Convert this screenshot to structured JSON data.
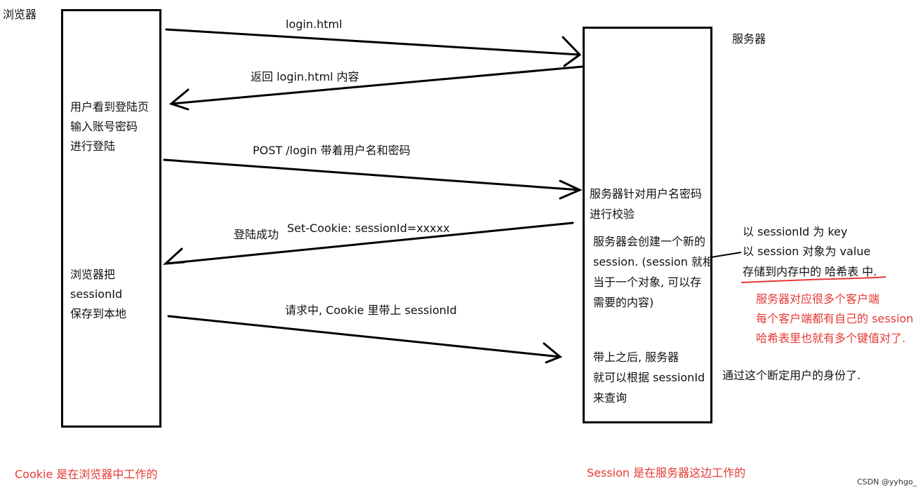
{
  "browser": {
    "title": "浏览器",
    "note1": "用户看到登陆页\n输入账号密码\n进行登陆",
    "note2": "浏览器把\nsessionId\n保存到本地"
  },
  "server": {
    "title": "服务器",
    "note1": "服务器针对用户名密码\n进行校验",
    "note2": "服务器会创建一个新的\nsession. (session 就相\n当于一个对象, 可以存\n需要的内容)",
    "note3": "带上之后, 服务器\n就可以根据 sessionId\n来查询"
  },
  "arrows": {
    "a1": "login.html",
    "a2": "返回 login.html 内容",
    "a3": "POST /login    带着用户名和密码",
    "a4_left": "登陆成功",
    "a4_right": "Set-Cookie: sessionId=xxxxx",
    "a5": "请求中, Cookie 里带上 sessionId"
  },
  "side_notes": {
    "hash_line1": "以 sessionId 为 key",
    "hash_line2": "以 session 对象为 value",
    "hash_line3": "存储到内存中的 哈希表 中.",
    "red_note": "服务器对应很多个客户端\n每个客户端都有自己的 session\n哈希表里也就有多个键值对了.",
    "identity": "通过这个断定用户的身份了."
  },
  "footer": {
    "cookie_note": "Cookie 是在浏览器中工作的",
    "session_note": "Session 是在服务器这边工作的",
    "watermark": "CSDN @yyhgo_"
  },
  "colors": {
    "ink": "#000000",
    "annotation_red": "#e53935"
  }
}
